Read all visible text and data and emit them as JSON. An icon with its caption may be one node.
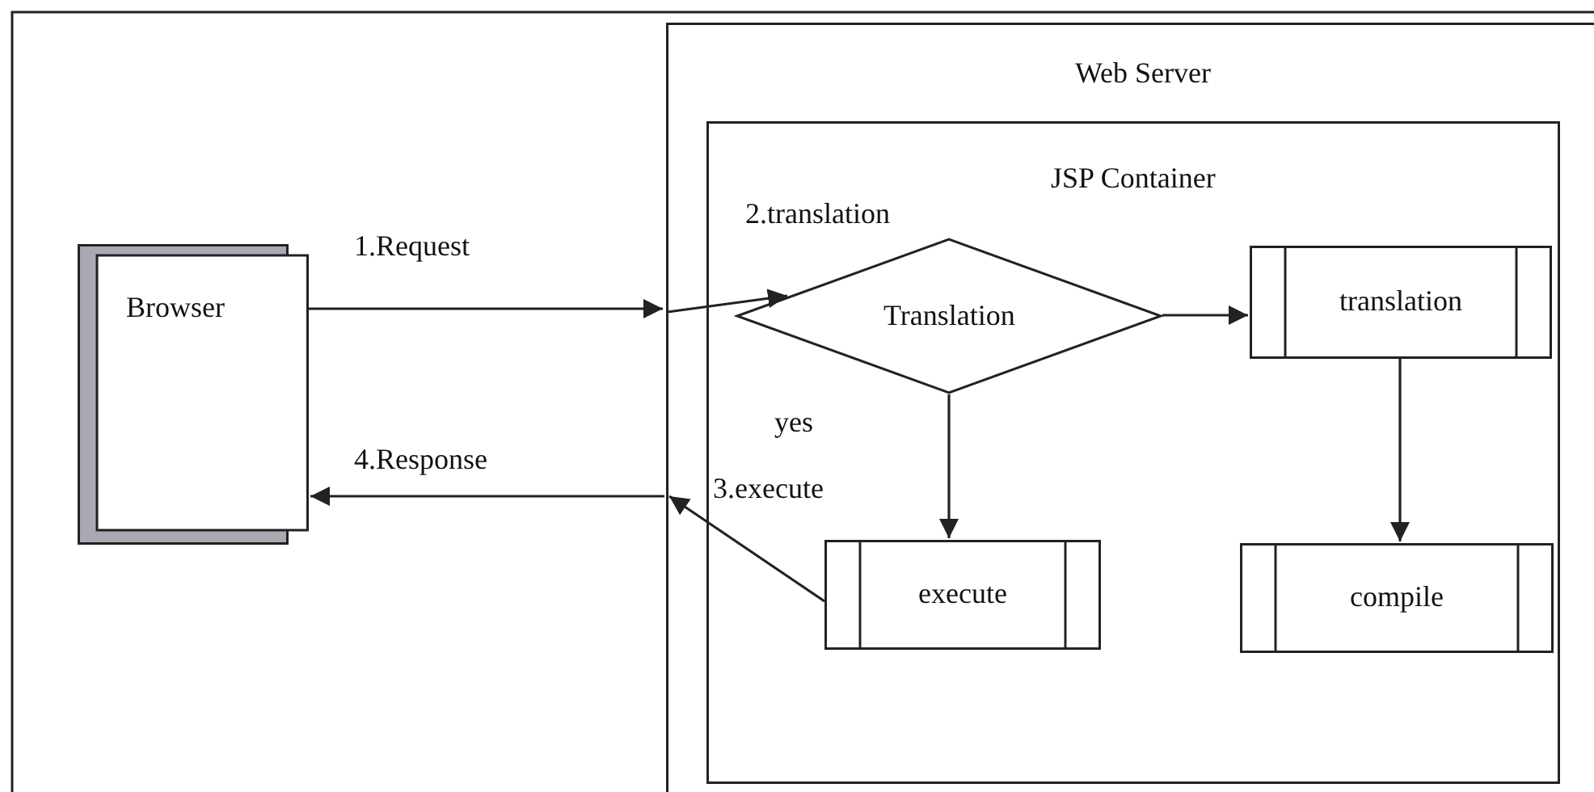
{
  "diagram": {
    "nodes": [
      {
        "text": [
          "Browser"
        ]
      },
      {
        "text": [
          "Web  Server"
        ]
      },
      {
        "text": [
          "JSP Container"
        ],
        "in": 1
      },
      {
        "text": [
          "Translation"
        ],
        "in": 2
      },
      {
        "text": [
          "translation"
        ],
        "in": 2
      },
      {
        "text": [
          "execute"
        ],
        "in": 2
      },
      {
        "text": [
          "compile"
        ],
        "in": 2
      }
    ],
    "edges": [
      {
        "from": 0,
        "to": 1,
        "arrow": "to",
        "label": "1.Request"
      },
      {
        "from": 1,
        "to": 3,
        "arrow": "to",
        "label": "2.translation"
      },
      {
        "from": 3,
        "to": 4,
        "arrow": "to"
      },
      {
        "from": 3,
        "to": 5,
        "arrow": "to",
        "label": "yes"
      },
      {
        "from": 4,
        "to": 6,
        "arrow": "to"
      },
      {
        "from": 5,
        "to": 1,
        "arrow": "to",
        "label": "3.execute"
      },
      {
        "from": 1,
        "to": 0,
        "arrow": "to",
        "label": "4.Response"
      }
    ]
  }
}
